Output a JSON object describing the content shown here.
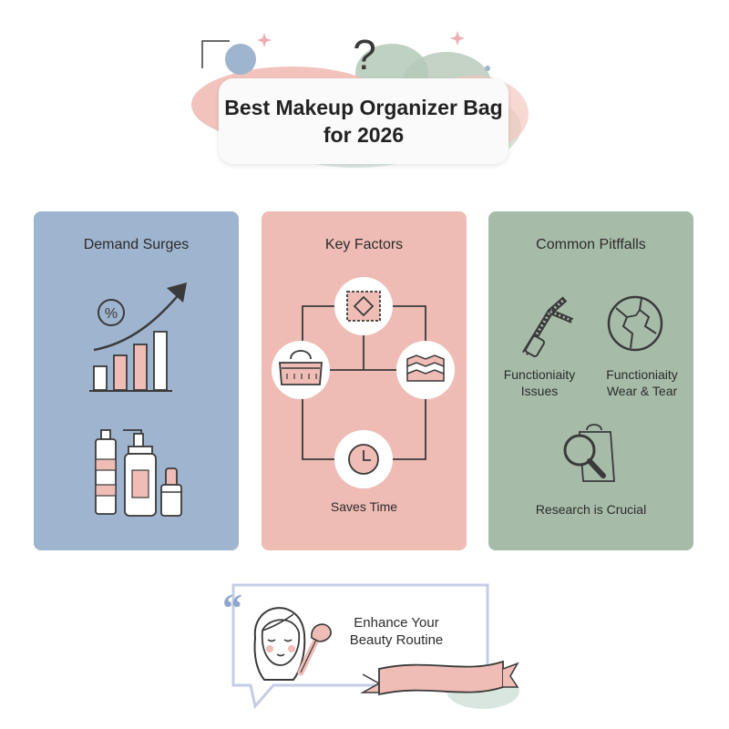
{
  "header": {
    "title_line1": "Best Makeup Organizer Bag",
    "title_line2": "for 2026",
    "question_mark": "?"
  },
  "cards": {
    "demand": {
      "title": "Demand Surges",
      "percent_symbol": "%"
    },
    "factors": {
      "title": "Key Factors",
      "saves_time": "Saves Time"
    },
    "pitfalls": {
      "title": "Common Pitffalls",
      "functionality_line1": "Functioniaity",
      "functionality_line2": "Issues",
      "wear_line1": "Functioniaity",
      "wear_line2": "Wear & Tear",
      "research": "Research is Crucial"
    }
  },
  "footer": {
    "quote_mark": "“",
    "line1": "Enhance Your",
    "line2": "Beauty Routine"
  },
  "colors": {
    "blue": "#9fb4cf",
    "pink": "#eebcb4",
    "green": "#a7bca8",
    "line": "#3a3a3a"
  }
}
